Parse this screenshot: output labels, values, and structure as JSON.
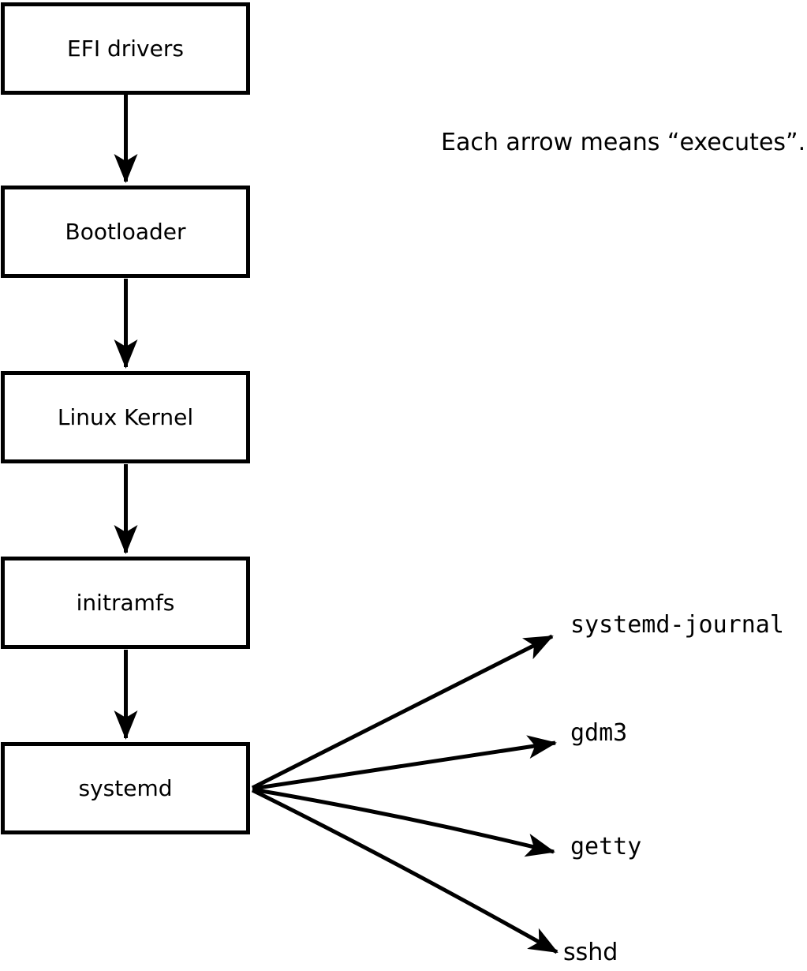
{
  "diagram": {
    "background_color": "#ffffff",
    "stroke_color": "#000000",
    "annotation_text": "Each arrow means “executes”.",
    "arrow_semantic": "executes",
    "boot_chain": [
      {
        "label": "EFI drivers"
      },
      {
        "label": "Bootloader"
      },
      {
        "label": "Linux Kernel"
      },
      {
        "label": "initramfs"
      },
      {
        "label": "systemd"
      }
    ],
    "spawned_services": [
      {
        "label": "systemd-journal"
      },
      {
        "label": "gdm3"
      },
      {
        "label": "getty"
      },
      {
        "label": "sshd"
      }
    ]
  }
}
